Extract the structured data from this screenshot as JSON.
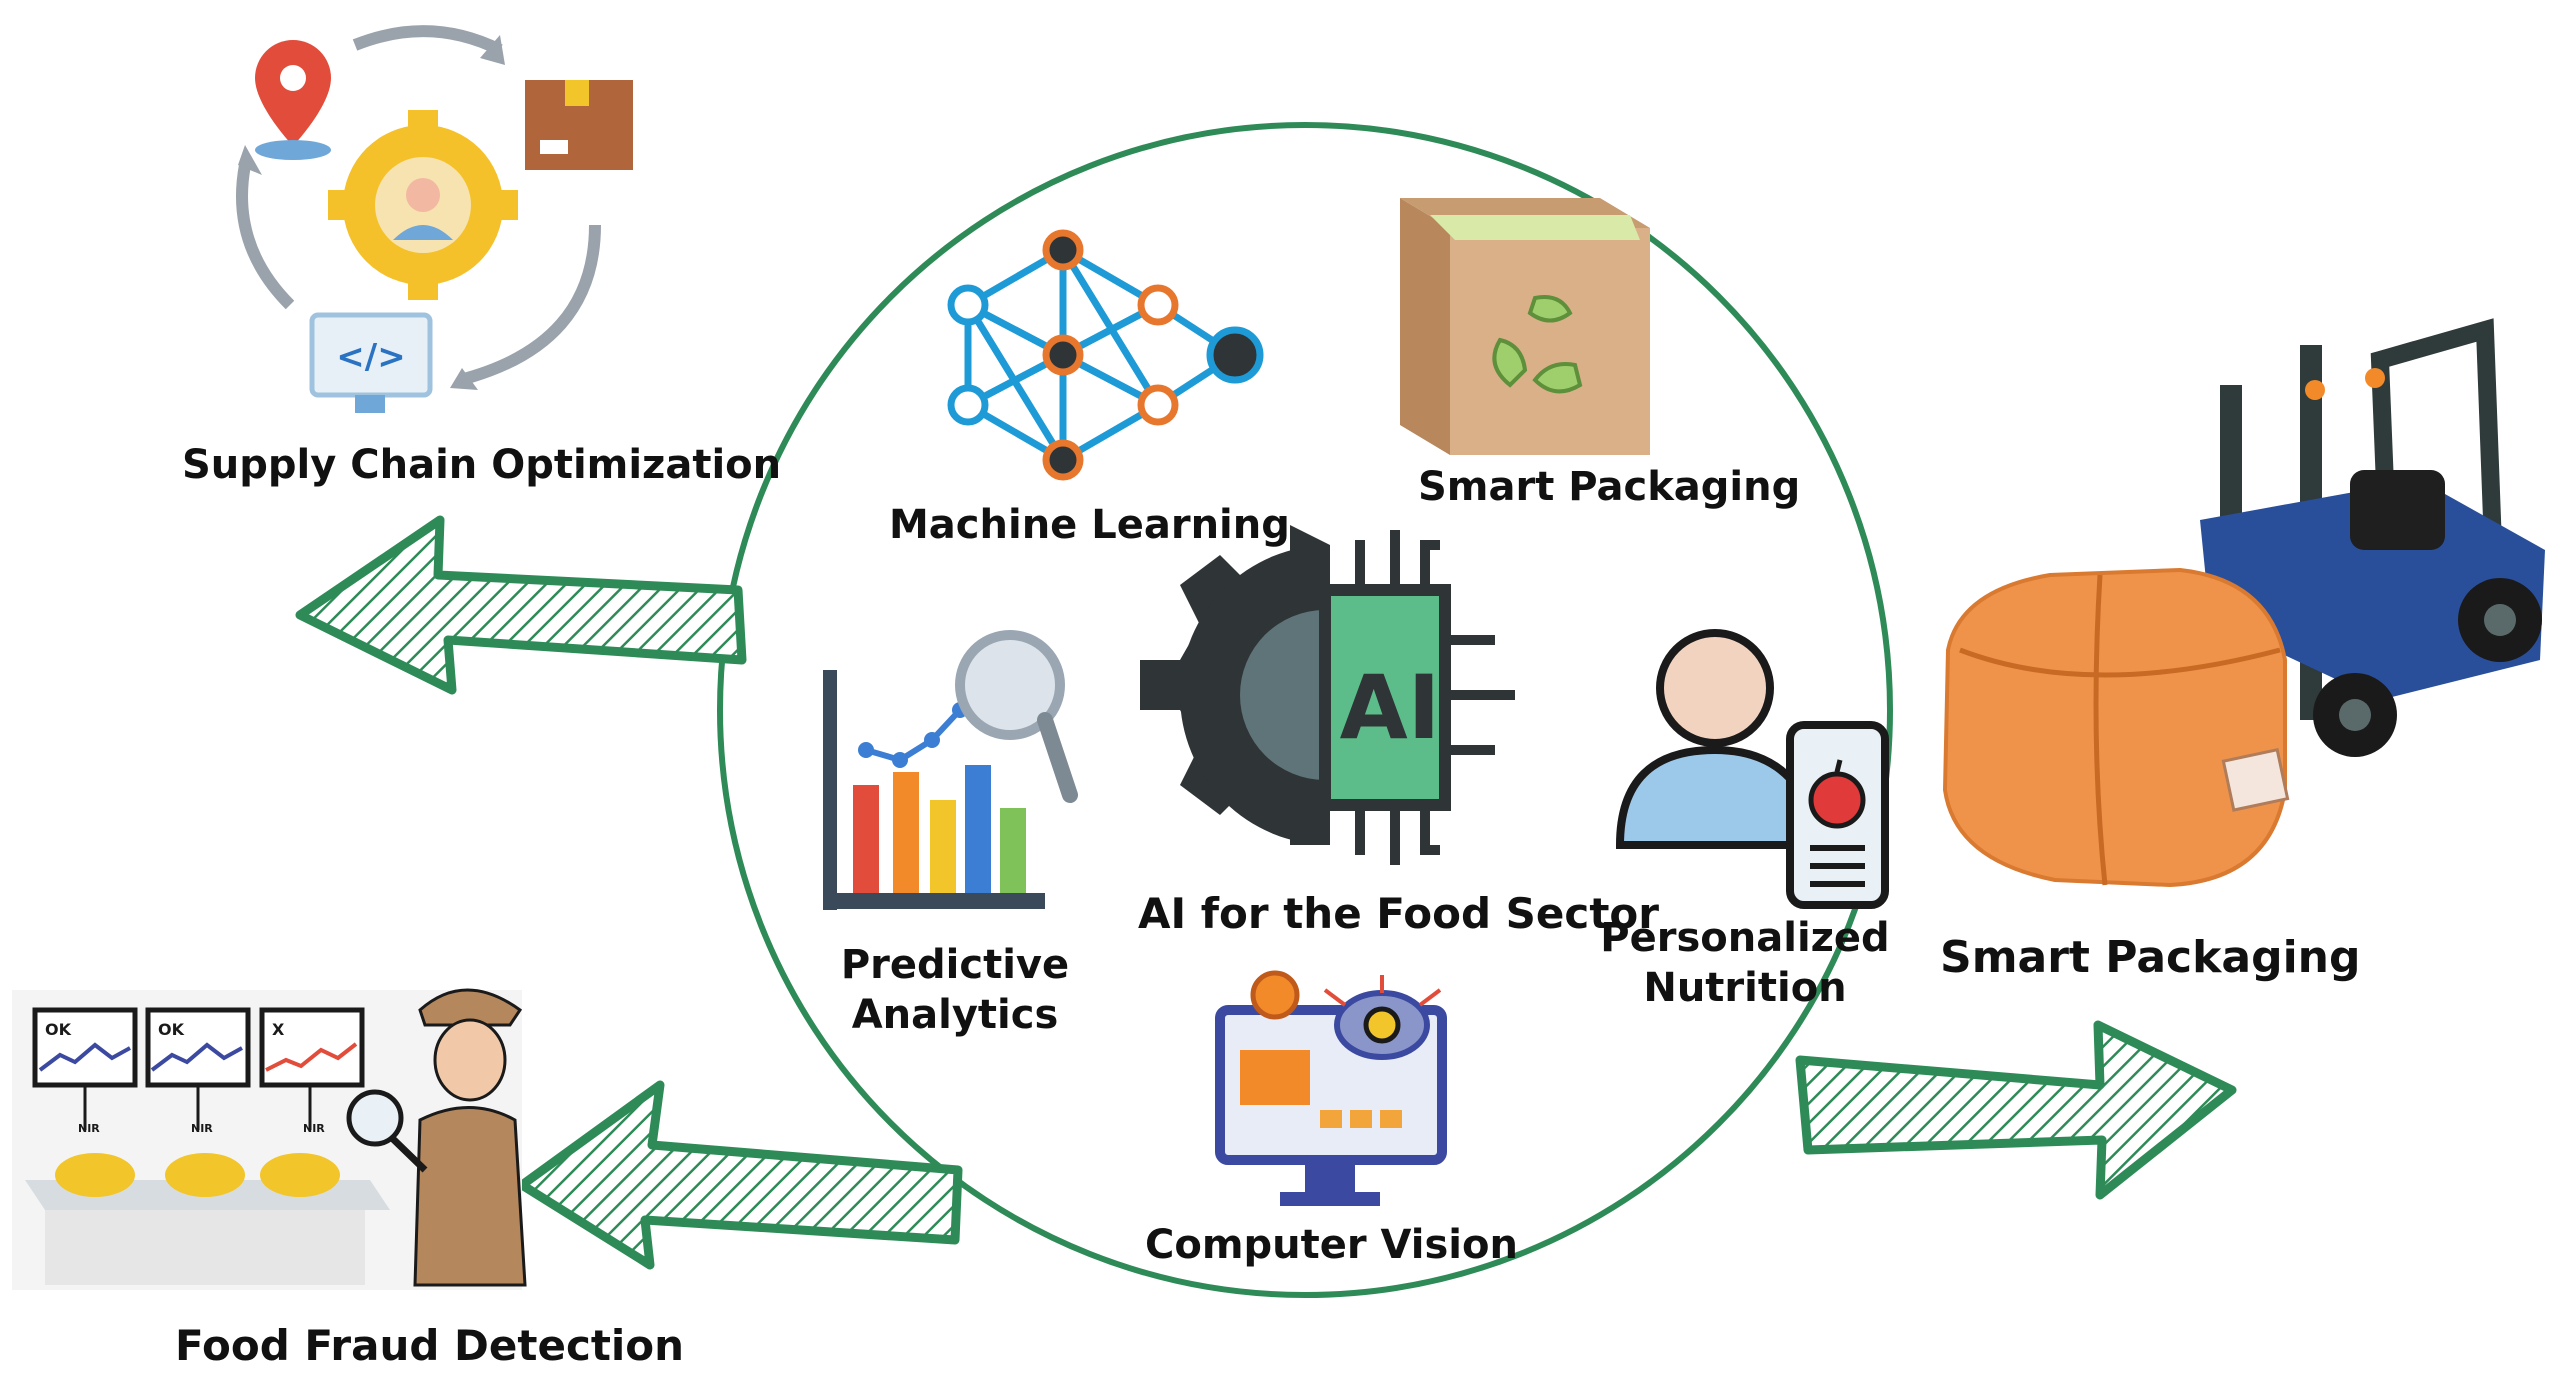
{
  "diagram": {
    "center": {
      "title": "AI for the Food Sector",
      "chip_text": "AI"
    },
    "inner_items": {
      "machine_learning": "Machine Learning",
      "smart_packaging": "Smart Packaging",
      "predictive_analytics_line1": "Predictive",
      "predictive_analytics_line2": "Analytics",
      "personalized_nutrition_line1": "Personalized",
      "personalized_nutrition_line2": "Nutrition",
      "computer_vision": "Computer Vision"
    },
    "outer_items": {
      "supply_chain": "Supply Chain Optimization",
      "smart_packaging": "Smart Packaging",
      "food_fraud": "Food Fraud Detection"
    },
    "fraud_monitor_labels": [
      "OK",
      "OK",
      "X"
    ],
    "fraud_tags": [
      "NIR",
      "NIR",
      "NIR"
    ],
    "colors": {
      "circle": "#2e8b57",
      "arrow": "#2e8b57",
      "chip": "#5cbd8a",
      "gear": "#2f3437",
      "box": "#d9b088",
      "package": "#f0934a",
      "forklift": "#2f3a3a"
    },
    "icons": [
      "neural-network-icon",
      "recycle-box-icon",
      "ai-gear-chip-icon",
      "bar-chart-magnifier-icon",
      "person-phone-apple-icon",
      "monitor-eye-icon",
      "supply-chain-cycle-icon",
      "forklift-package-icon",
      "fraud-inspector-icon"
    ]
  }
}
